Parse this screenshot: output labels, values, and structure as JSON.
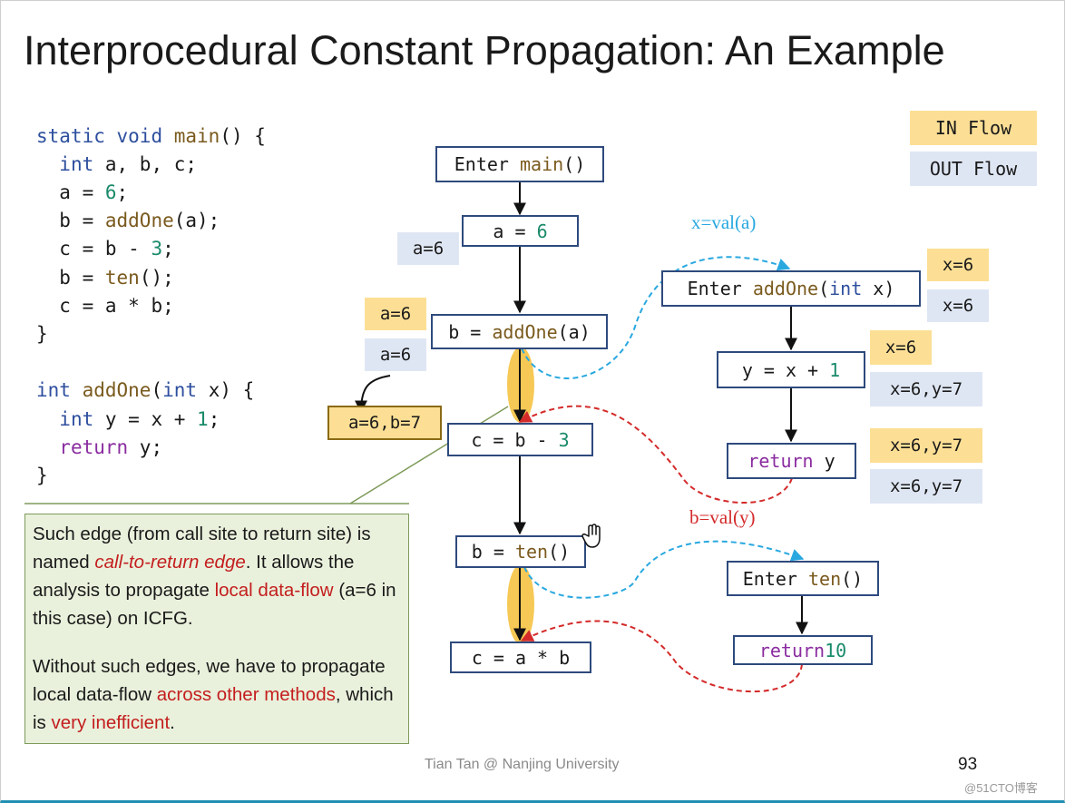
{
  "title": "Interprocedural Constant Propagation: An Example",
  "legend": {
    "in": "IN Flow",
    "out": "OUT Flow",
    "in_color": "#fcdf95",
    "out_color": "#dfe6f3"
  },
  "code": {
    "line1": {
      "kw": "static",
      "kw2": "void",
      "fn": "main",
      "rest": "() {"
    },
    "line2": {
      "kw": "int",
      "rest": " a, b, c;"
    },
    "line3": {
      "pre": "a = ",
      "num": "6",
      "post": ";"
    },
    "line4": {
      "pre": "b = ",
      "fn": "addOne",
      "post": "(a);"
    },
    "line5": {
      "pre": "c = b - ",
      "num": "3",
      "post": ";"
    },
    "line6": {
      "pre": "b = ",
      "fn": "ten",
      "post": "();"
    },
    "line7": {
      "text": "c = a * b;"
    },
    "line8": {
      "text": "}"
    },
    "line9": {
      "kw": "int",
      "fn": "addOne",
      "mid": "(",
      "kw2": "int",
      "rest": " x) {"
    },
    "line10": {
      "kw": "int",
      "pre": " y = x + ",
      "num": "1",
      "post": ";"
    },
    "line11": {
      "ret": "return",
      "rest": " y;"
    },
    "line12": {
      "text": "}"
    }
  },
  "nodes": {
    "enter_main": {
      "pre": "Enter ",
      "fn": "main",
      "post": "()"
    },
    "a6": {
      "pre": "a = ",
      "num": "6"
    },
    "b_addone": {
      "pre": "b = ",
      "fn": "addOne",
      "post": "(a)"
    },
    "c_b3": {
      "pre": "c = b - ",
      "num": "3"
    },
    "b_ten": {
      "pre": "b = ",
      "fn": "ten",
      "post": "()"
    },
    "c_ab": {
      "text": "c = a * b"
    },
    "enter_addone": {
      "pre": "Enter ",
      "fn": "addOne",
      "mid": "(",
      "kw": "int",
      "post": " x)"
    },
    "y_x1": {
      "pre": "y = x + ",
      "num": "1"
    },
    "return_y": {
      "ret": "return",
      "post": " y"
    },
    "enter_ten": {
      "pre": "Enter ",
      "fn": "ten",
      "post": "()"
    },
    "return_10": {
      "ret": "return",
      "num": "10"
    }
  },
  "facts": {
    "out_a6": "a=6",
    "in_addone_call": "a=6",
    "out_addone_call": "a=6",
    "combined": "a=6,b=7",
    "in_enter_addone": "x=6",
    "out_enter_addone": "x=6",
    "in_y": "x=6",
    "out_y": "x=6,y=7",
    "in_return_y": "x=6,y=7",
    "out_return_y": "x=6,y=7"
  },
  "edge_labels": {
    "call": "x=val(a)",
    "return": "b=val(y)"
  },
  "colors": {
    "call_edge": "#29a8e0",
    "return_edge": "#d42a2a",
    "call_to_return": "#f5c242",
    "node_border": "#2e4a7d"
  },
  "note": {
    "p1_a": "Such edge (from call site to return site) is named ",
    "p1_b": "call-to-return edge",
    "p1_c": ". It allows the analysis to propagate ",
    "p1_d": "local data-flow",
    "p1_e": " (a=6 in this case) on ICFG.",
    "p2_a": "Without such edges, we have to propagate local data-flow ",
    "p2_b": "across other methods",
    "p2_c": ", which is ",
    "p2_d": "very inefficient",
    "p2_e": "."
  },
  "footer": "Tian Tan @ Nanjing University",
  "page_number": "93",
  "watermark": "@51CTO博客"
}
